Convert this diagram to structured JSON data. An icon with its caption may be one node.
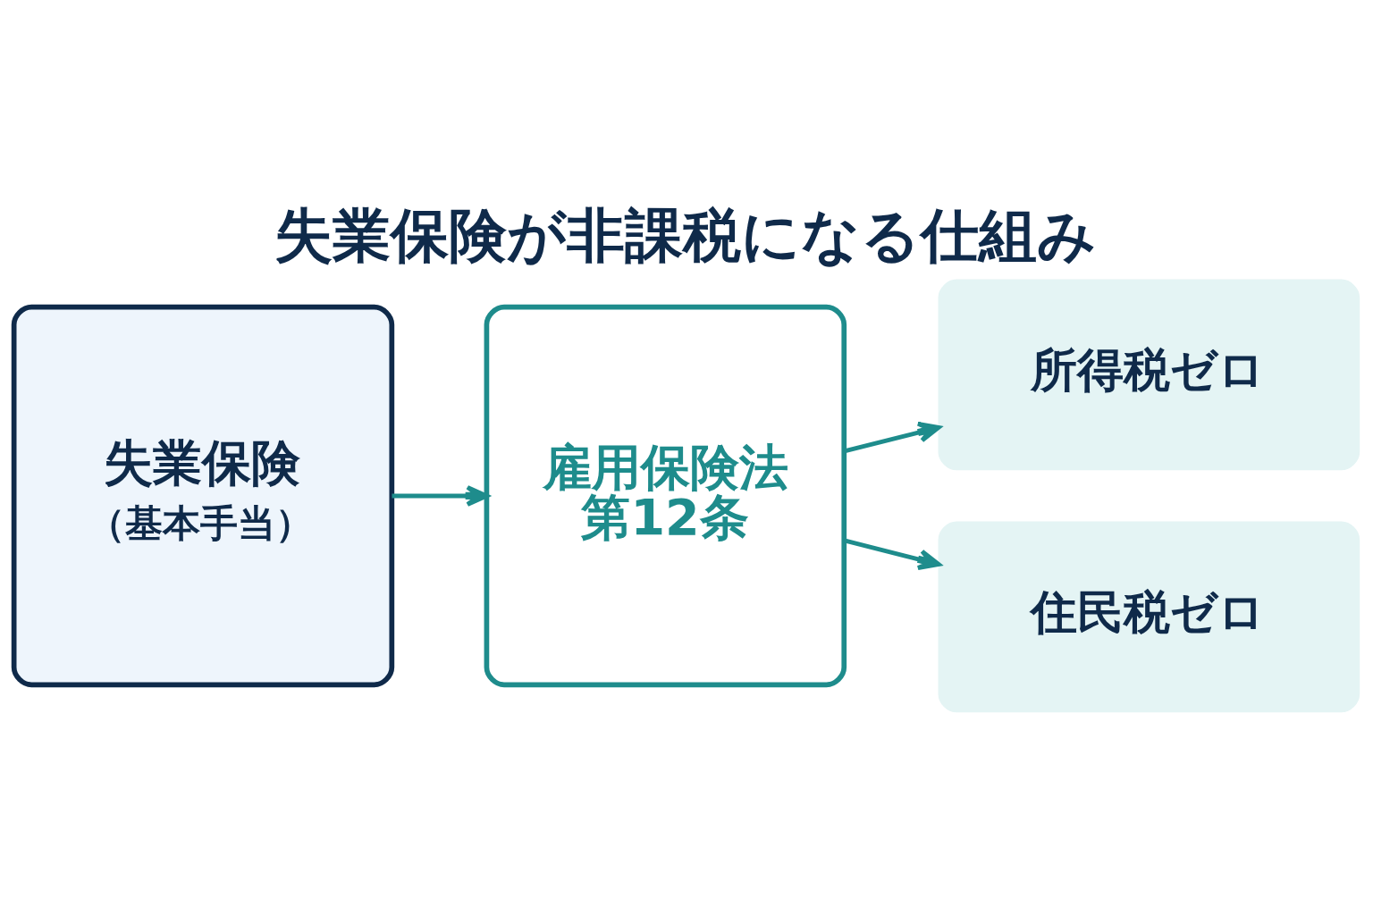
{
  "diagram": {
    "title": "失業保険が非課税になる仕組み",
    "nodes": [
      {
        "text": [
          "失業保険",
          "（基本手当）"
        ]
      },
      {
        "text": [
          "雇用保険法第12条"
        ]
      },
      {
        "text": [
          "所得税ゼロ"
        ]
      },
      {
        "text": [
          "住民税ゼロ"
        ]
      }
    ],
    "edges": [
      {
        "from": 0,
        "to": 1,
        "arrow": "to"
      },
      {
        "from": 1,
        "to": 2,
        "arrow": "to"
      },
      {
        "from": 1,
        "to": 3,
        "arrow": "to"
      }
    ]
  }
}
